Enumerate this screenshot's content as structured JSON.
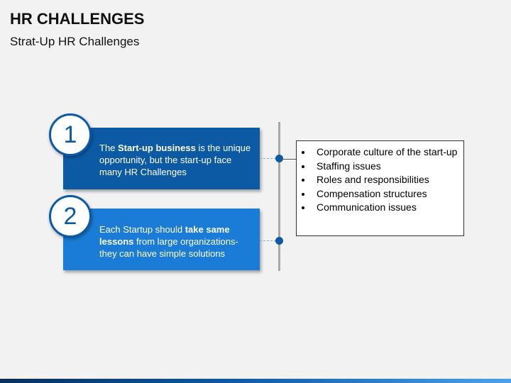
{
  "header": {
    "title": "HR CHALLENGES",
    "subtitle": "Strat-Up HR Challenges"
  },
  "steps": [
    {
      "number": "1",
      "text_pre": "The ",
      "text_bold": "Start-up business",
      "text_post": " is the unique opportunity, but the start-up face many HR Challenges"
    },
    {
      "number": "2",
      "text_pre": "Each Startup should ",
      "text_bold": "take same lessons",
      "text_post": " from large organizations- they can have simple solutions"
    }
  ],
  "challenges": [
    "Corporate culture of the start-up",
    "Staffing issues",
    "Roles and responsibilities",
    "Compensation structures",
    "Communication issues"
  ],
  "colors": {
    "primary": "#0c5aa4",
    "secondary": "#1a7cd6",
    "background": "#f2f2f2"
  }
}
